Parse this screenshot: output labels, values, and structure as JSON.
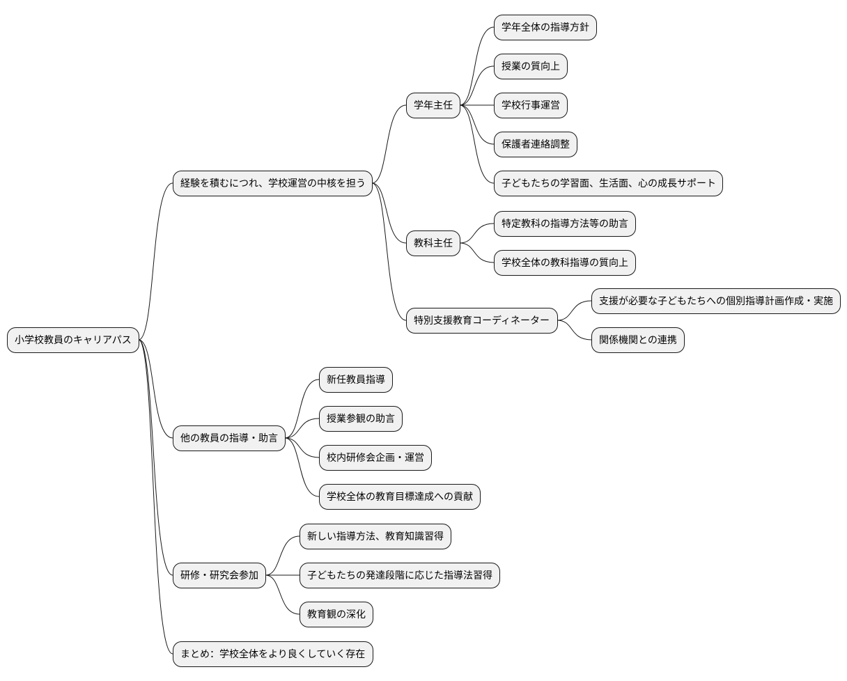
{
  "colors": {
    "node_fill": "#f1f1f1",
    "node_stroke": "#181818",
    "edge": "#181818",
    "text": "#000000"
  },
  "root": {
    "id": "root",
    "label": "小学校教員のキャリアパス",
    "children": [
      {
        "id": "core",
        "label": "経験を積むにつれ、学校運営の中核を担う",
        "children": [
          {
            "id": "grade-head",
            "label": "学年主任",
            "children": [
              {
                "id": "gh-1",
                "label": "学年全体の指導方針"
              },
              {
                "id": "gh-2",
                "label": "授業の質向上"
              },
              {
                "id": "gh-3",
                "label": "学校行事運営"
              },
              {
                "id": "gh-4",
                "label": "保護者連絡調整"
              },
              {
                "id": "gh-5",
                "label": "子どもたちの学習面、生活面、心の成長サポート"
              }
            ]
          },
          {
            "id": "subject-head",
            "label": "教科主任",
            "children": [
              {
                "id": "sh-1",
                "label": "特定教科の指導方法等の助言"
              },
              {
                "id": "sh-2",
                "label": "学校全体の教科指導の質向上"
              }
            ]
          },
          {
            "id": "sped-coord",
            "label": "特別支援教育コーディネーター",
            "children": [
              {
                "id": "sc-1",
                "label": "支援が必要な子どもたちへの個別指導計画作成・実施"
              },
              {
                "id": "sc-2",
                "label": "関係機関との連携"
              }
            ]
          }
        ]
      },
      {
        "id": "mentoring",
        "label": "他の教員の指導・助言",
        "children": [
          {
            "id": "m-1",
            "label": "新任教員指導"
          },
          {
            "id": "m-2",
            "label": "授業参観の助言"
          },
          {
            "id": "m-3",
            "label": "校内研修会企画・運営"
          },
          {
            "id": "m-4",
            "label": "学校全体の教育目標達成への貢献"
          }
        ]
      },
      {
        "id": "training",
        "label": "研修・研究会参加",
        "children": [
          {
            "id": "t-1",
            "label": "新しい指導方法、教育知識習得"
          },
          {
            "id": "t-2",
            "label": "子どもたちの発達段階に応じた指導法習得"
          },
          {
            "id": "t-3",
            "label": "教育観の深化"
          }
        ]
      },
      {
        "id": "summary",
        "label": "まとめ：学校全体をより良くしていく存在"
      }
    ]
  }
}
